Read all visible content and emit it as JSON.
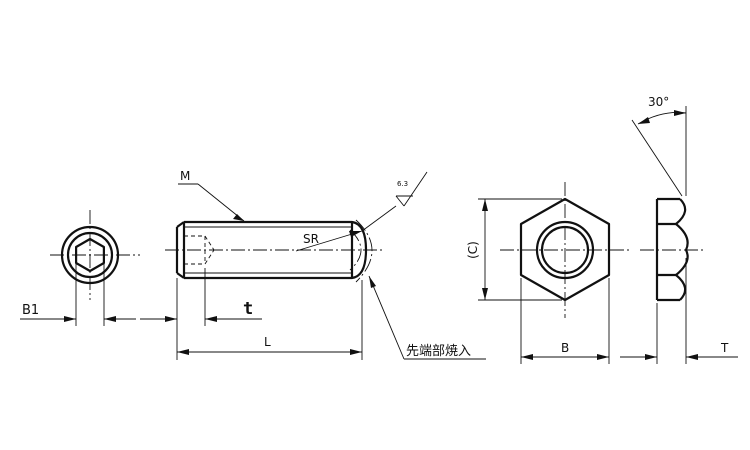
{
  "labels": {
    "thread": "M",
    "radius": "SR",
    "surface_finish": "6.3",
    "b1": "B1",
    "t": "t",
    "length": "L",
    "tip_note": "先端部焼入",
    "across_corners": "(C)",
    "across_flats": "B",
    "nut_thickness": "T",
    "chamfer_angle": "30°"
  }
}
